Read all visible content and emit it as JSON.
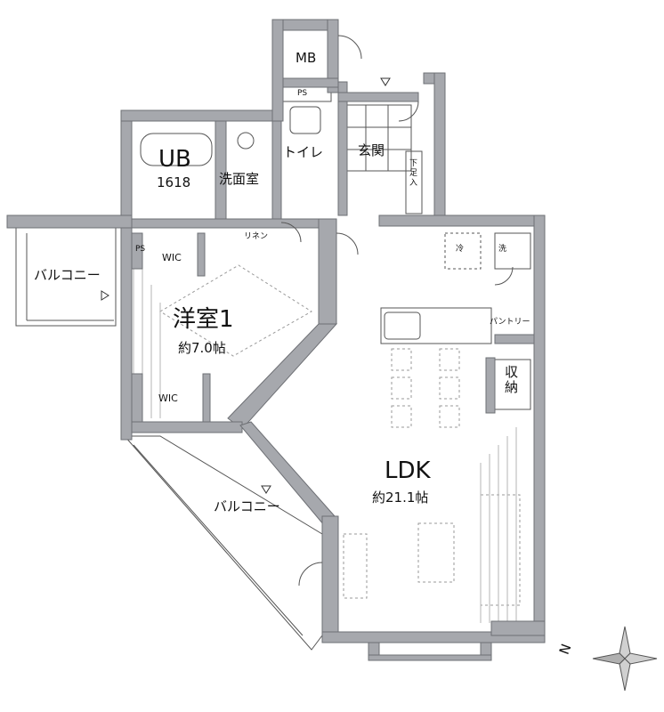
{
  "plan": {
    "rooms": {
      "ub": {
        "name": "UB",
        "size": "1618"
      },
      "mb": {
        "name": "MB"
      },
      "ps_top": {
        "name": "PS"
      },
      "ps_left": {
        "name": "PS"
      },
      "toilet": {
        "name": "トイレ"
      },
      "entrance": {
        "name": "玄関"
      },
      "shoe_storage": {
        "name": "下足入"
      },
      "washroom": {
        "name": "洗面室"
      },
      "linen": {
        "name": "リネン"
      },
      "wic_top": {
        "name": "WIC"
      },
      "wic_bottom": {
        "name": "WIC"
      },
      "bedroom": {
        "name": "洋室1",
        "size": "約7.0帖"
      },
      "ldk": {
        "name": "LDK",
        "size": "約21.1帖"
      },
      "fridge": {
        "name": "冷"
      },
      "laundry": {
        "name": "洗"
      },
      "pantry": {
        "name": "パントリー"
      },
      "storage": {
        "name": "収納"
      },
      "balcony_west": {
        "name": "バルコニー"
      },
      "balcony_south": {
        "name": "バルコニー"
      }
    },
    "compass": {
      "label": "N"
    },
    "colors": {
      "wall": "#a6a8ad",
      "wall_edge": "#6e7075",
      "line": "#444444",
      "dash": "#9a9a9a"
    }
  }
}
